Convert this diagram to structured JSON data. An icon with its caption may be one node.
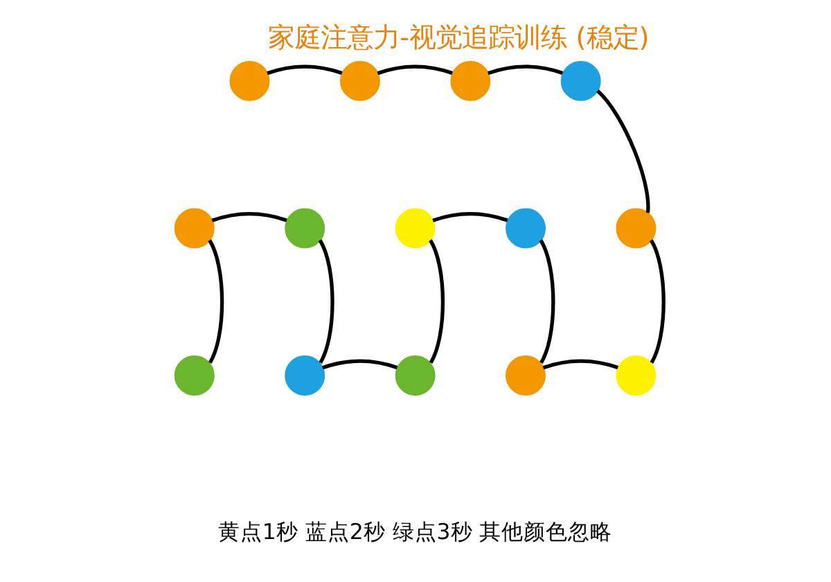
{
  "diagram": {
    "title": "家庭注意力-视觉追踪训练 (稳定)",
    "caption": "黄点1秒 蓝点2秒 绿点3秒 其他颜色忽略",
    "nodes": [
      {
        "text": [],
        "shape": "circle"
      },
      {
        "text": [],
        "shape": "circle"
      },
      {
        "text": [],
        "shape": "circle"
      },
      {
        "text": [],
        "shape": "circle"
      },
      {
        "text": [],
        "shape": "circle"
      },
      {
        "text": [],
        "shape": "circle"
      },
      {
        "text": [],
        "shape": "circle"
      },
      {
        "text": [],
        "shape": "circle"
      },
      {
        "text": [],
        "shape": "circle"
      },
      {
        "text": [],
        "shape": "circle"
      },
      {
        "text": [],
        "shape": "circle"
      },
      {
        "text": [],
        "shape": "circle"
      },
      {
        "text": [],
        "shape": "circle"
      },
      {
        "text": [],
        "shape": "circle"
      }
    ],
    "edges": [
      {
        "from": 0,
        "to": 1,
        "arrow": "none"
      },
      {
        "from": 1,
        "to": 2,
        "arrow": "none"
      },
      {
        "from": 2,
        "to": 3,
        "arrow": "none"
      },
      {
        "from": 3,
        "to": 8,
        "arrow": "none"
      },
      {
        "from": 8,
        "to": 13,
        "arrow": "none"
      },
      {
        "from": 13,
        "to": 12,
        "arrow": "none"
      },
      {
        "from": 12,
        "to": 7,
        "arrow": "none"
      },
      {
        "from": 7,
        "to": 6,
        "arrow": "none"
      },
      {
        "from": 6,
        "to": 11,
        "arrow": "none"
      },
      {
        "from": 11,
        "to": 10,
        "arrow": "none"
      },
      {
        "from": 10,
        "to": 5,
        "arrow": "none"
      },
      {
        "from": 5,
        "to": 4,
        "arrow": "none"
      },
      {
        "from": 4,
        "to": 9,
        "arrow": "none"
      }
    ]
  }
}
